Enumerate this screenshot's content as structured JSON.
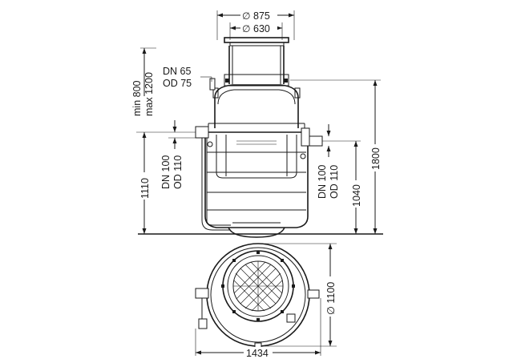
{
  "labels": {
    "diam_875": "875",
    "diam_630": "630",
    "diam_sym": "∅",
    "dn65": "DN 65",
    "od75": "OD 75",
    "min800": "min 800",
    "max1200": "max 1200",
    "dn100_left": "DN 100",
    "od110_left": "OD 110",
    "dim_1110": "1110",
    "dn100_right": "DN 100",
    "od110_right": "OD 110",
    "dim_1040": "1040",
    "dim_1800": "1800",
    "diam_1100": "∅ 1100",
    "dim_1434": "1434"
  }
}
